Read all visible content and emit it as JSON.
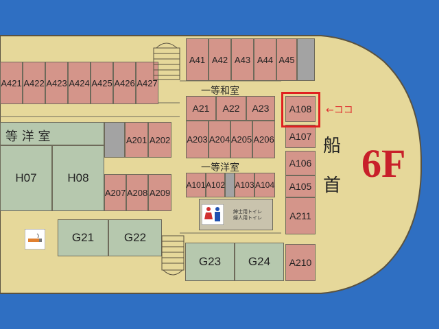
{
  "floor_label": "6F",
  "bow_label": [
    "船",
    "首"
  ],
  "marker_note": "←ココ",
  "headings": {
    "first_class_japanese": "一等和室",
    "first_class_western": "一等洋室",
    "left_area": "等 洋 室"
  },
  "restrooms": {
    "mens": "紳士用トイレ",
    "womens": "婦人用トイレ"
  },
  "rooms": {
    "a421": "A421",
    "a422": "A422",
    "a423": "A423",
    "a424": "A424",
    "a425": "A425",
    "a426": "A426",
    "a427": "A427",
    "a41": "A41",
    "a42": "A42",
    "a43": "A43",
    "a44": "A44",
    "a45": "A45",
    "a21": "A21",
    "a22": "A22",
    "a23": "A23",
    "a203": "A203",
    "a204": "A204",
    "a205": "A205",
    "a206": "A206",
    "a101": "A101",
    "a102": "A102",
    "a103": "A103",
    "a104": "A104",
    "a201": "A201",
    "a202": "A202",
    "a207": "A207",
    "a208": "A208",
    "a209": "A209",
    "a108": "A108",
    "a107": "A107",
    "a106": "A106",
    "a105": "A105",
    "a211": "A211",
    "a210": "A210",
    "h07": "H07",
    "h08": "H08",
    "g21": "G21",
    "g22": "G22",
    "g23": "G23",
    "g24": "G24"
  },
  "highlighted_room": "A108",
  "colors": {
    "sea": "#2f6fc2",
    "deck": "#e6d89a",
    "cabin_red": "#d4958a",
    "cabin_green": "#b6c8ae",
    "highlight": "#e02020",
    "floor_label": "#c8202a"
  },
  "icons": [
    "no-smoking-icon",
    "restroom-icon",
    "stairs-icon"
  ]
}
